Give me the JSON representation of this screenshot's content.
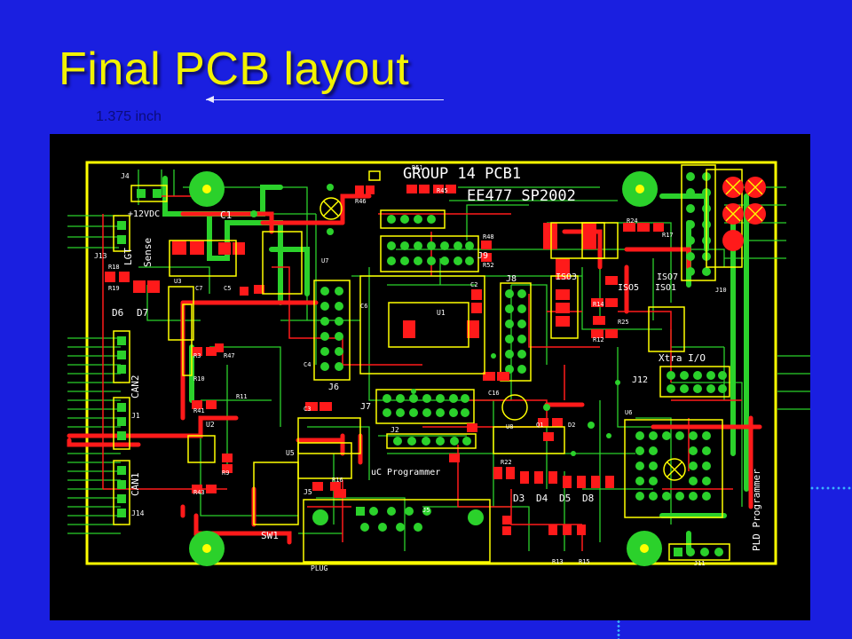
{
  "slide": {
    "title": "Final PCB layout",
    "dimension_label": "1.375 inch"
  },
  "board": {
    "header_text": [
      "GROUP 14 PCB1",
      "EE477 SP2002"
    ],
    "labels": {
      "j4": "J4",
      "vdc": "+12VDC",
      "c1": "C1",
      "j13": "J13",
      "lgt": "LGT",
      "sense": "Sense",
      "d6": "D6",
      "d7": "D7",
      "r18": "R18",
      "r19": "R19",
      "u7": "U7",
      "r46": "R46",
      "r51": "R51",
      "r45": "R45",
      "j9": "J9",
      "j8": "J8",
      "r48": "R48",
      "r52": "R52",
      "j6": "J6",
      "j7": "J7",
      "j2": "J2",
      "programmer": "uC Programmer",
      "c16": "C16",
      "u8": "U8",
      "q1": "Q1",
      "d2": "D2",
      "r22": "R22",
      "j2b": "J2",
      "can2": "CAN2",
      "can1": "CAN1",
      "j1": "J1",
      "j14": "J14",
      "r47": "R47",
      "r3": "R3",
      "r10": "R10",
      "r11": "R11",
      "u2": "U2",
      "r41": "R41",
      "u5": "U5",
      "r43": "R43",
      "r9": "R9",
      "j5": "J5",
      "r16": "R16",
      "sw1": "SW1",
      "plug": "PLUG",
      "d3": "D3",
      "d4": "D4",
      "d5": "D5",
      "d8": "D8",
      "r13": "R13",
      "r15": "R15",
      "u6": "U6",
      "xtra": "Xtra I/O",
      "j12": "J12",
      "pld": "PLD Programmer",
      "j11": "J11",
      "j10": "J10",
      "iso1": "ISO1",
      "iso3": "ISO3",
      "iso5": "ISO5",
      "iso7": "ISO7",
      "r24": "R24",
      "r17": "R17",
      "r25": "R25",
      "r12": "R12",
      "r14": "R14",
      "c2": "C2",
      "c6": "C6",
      "c7": "C7",
      "c5": "C5",
      "c4": "C4",
      "u1": "U1",
      "c3": "C3",
      "u3": "U3",
      "j5b": "J5"
    }
  }
}
